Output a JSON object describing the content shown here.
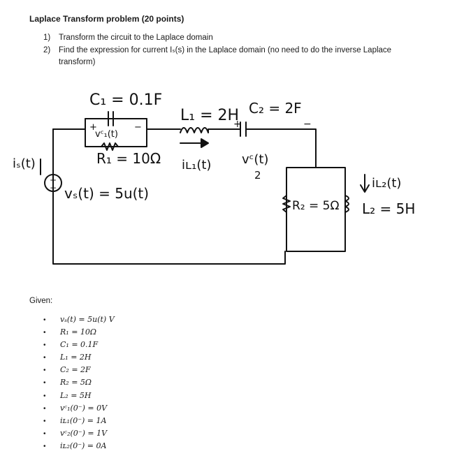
{
  "title": "Laplace Transform problem (20 points)",
  "tasks": [
    {
      "num": "1)",
      "text": "Transform the circuit to the Laplace domain"
    },
    {
      "num": "2)",
      "text": "Find the expression for current Iₛ(s) in the Laplace domain (no need to do the inverse Laplace",
      "text_cont": "transform)"
    }
  ],
  "circuit_labels": {
    "c1": "C₁ = 0.1F",
    "vc1": "vᶜ₁(t)",
    "r1": "R₁ = 10Ω",
    "l1": "L₁ = 2H",
    "il1": "iʟ₁(t)",
    "c2": "C₂ = 2F",
    "vc2": "vᶜ(t)",
    "vc2_sub": "2",
    "is": "iₛ(t)",
    "vs": "vₛ(t) = 5u(t)",
    "r2": "R₂ = 5Ω",
    "il2": "iʟ₂(t)",
    "l2": "L₂ = 5H",
    "plus": "+",
    "minus": "−"
  },
  "given_label": "Given:",
  "givens": [
    "vₛ(t) = 5u(t) V",
    "R₁ = 10Ω",
    "C₁ = 0.1F",
    "L₁ = 2H",
    "C₂ = 2F",
    "R₂ = 5Ω",
    "L₂ = 5H",
    "vᶜ₁(0⁻) = 0V",
    "iʟ₁(0⁻) = 1A",
    "vᶜ₂(0⁻) = 1V",
    "iʟ₂(0⁻) = 0A"
  ],
  "bullet": "•"
}
